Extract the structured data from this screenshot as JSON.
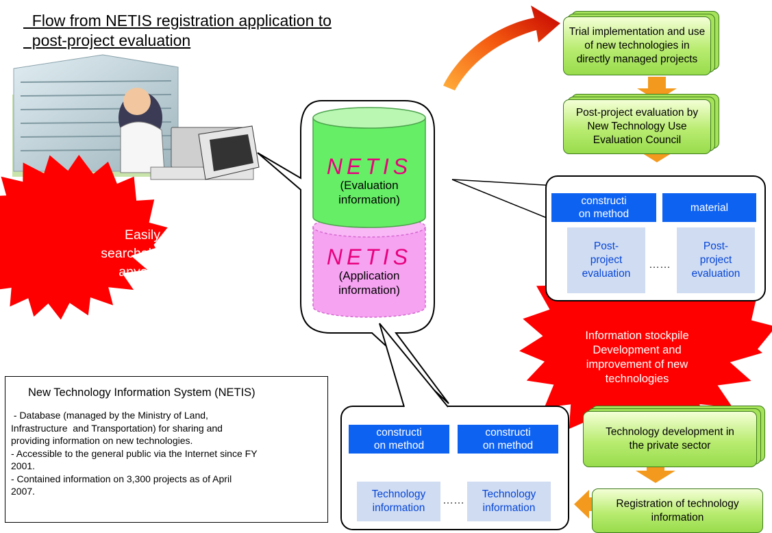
{
  "title": {
    "line1": "  Flow from NETIS registration application to",
    "line2": "  post-project evaluation"
  },
  "burst_left": [
    "Easily",
    "searchable by",
    "anyone!"
  ],
  "burst_right": [
    "Information stockpile",
    "Development and",
    "improvement of new",
    "technologies"
  ],
  "database": {
    "top_name": "NETIS",
    "top_label": [
      "(Evaluation",
      "information)"
    ],
    "bottom_name": "NETIS",
    "bottom_label": [
      "(Application",
      "information)"
    ]
  },
  "flow": {
    "trial": [
      "Trial implementation and use",
      "of new technologies in",
      "directly managed projects"
    ],
    "post_eval": [
      "Post-project evaluation by",
      "New Technology Use",
      "Evaluation Council"
    ],
    "tech_dev": [
      "Technology development in",
      "the private sector"
    ],
    "registration": [
      "Registration of technology",
      "information"
    ]
  },
  "eval_panel": {
    "tag1": [
      "constructi",
      "on method"
    ],
    "tag2": [
      "material"
    ],
    "card1": [
      "Post-",
      "project",
      "evaluation"
    ],
    "card2": [
      "Post-",
      "project",
      "evaluation"
    ],
    "ellipsis": "……"
  },
  "app_panel": {
    "tag1": [
      "constructi",
      "on method"
    ],
    "tag2": [
      "constructi",
      "on method"
    ],
    "card1": [
      "Technology",
      "information"
    ],
    "card2": [
      "Technology",
      "information"
    ],
    "ellipsis": "……"
  },
  "info_box": {
    "title": "New Technology Information System (NETIS)",
    "lines": [
      " - Database (managed by the Ministry of Land,",
      "Infrastructure  and Transportation) for sharing and",
      "providing information on new technologies.",
      "- Accessible to the general public via the Internet since FY",
      "2001.",
      "- Contained information on 3,300 projects as of April",
      "2007."
    ]
  },
  "colors": {
    "step_green": "#a6e35a",
    "arrow_orange": "#f39a1e",
    "tag_blue": "#0d62f2",
    "card_blue": "#cfdcf2",
    "burst_red": "#ff0000",
    "db_green": "#66ee66",
    "db_pink": "#f7a6f3",
    "netis_text": "#e8007d"
  }
}
